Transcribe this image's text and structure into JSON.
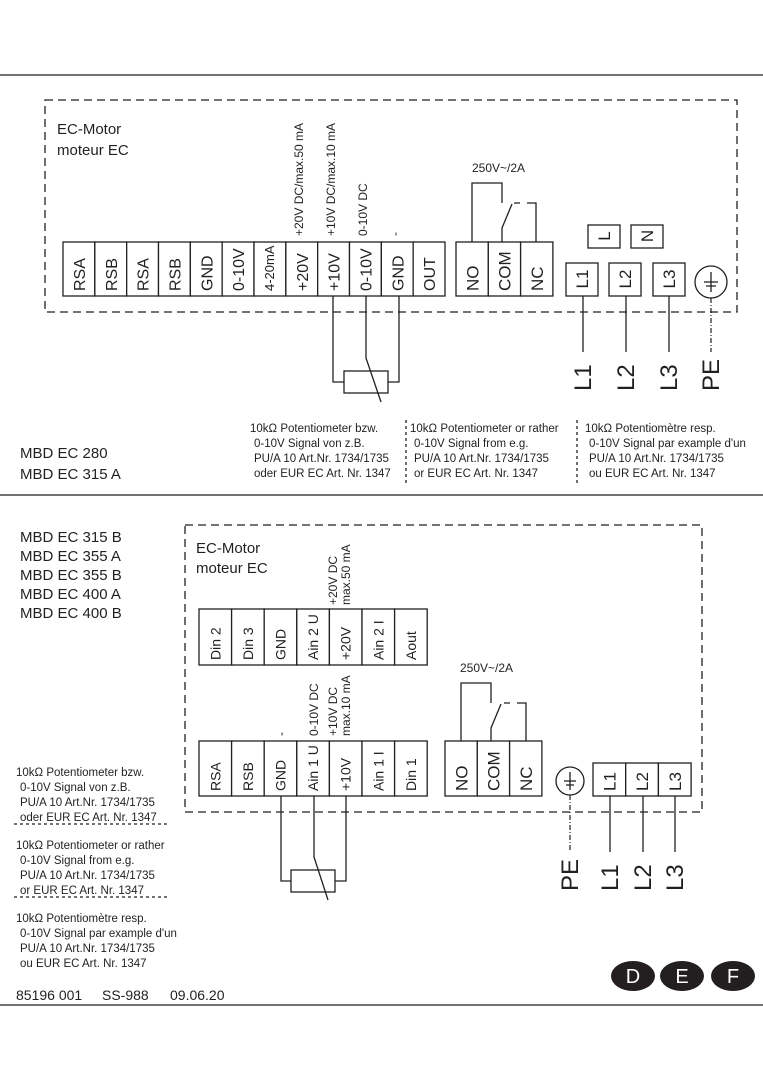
{
  "top": {
    "motor_label": [
      "EC-Motor",
      "moteur EC"
    ],
    "terminals": [
      "RSA",
      "RSB",
      "RSA",
      "RSB",
      "GND",
      "0-10V",
      "4-20mA",
      "+20V",
      "+10V",
      "0-10V",
      "GND",
      "OUT"
    ],
    "terminal_annotations": [
      "+20V DC/max.50 mA",
      "+10V DC/max.10 mA",
      "0-10V DC",
      "-"
    ],
    "relay_rating": "250V~/2A",
    "relay_terminals": [
      "NO",
      "COM",
      "NC"
    ],
    "supply_top": [
      "L",
      "N"
    ],
    "supply_terminals": [
      "L1",
      "L2",
      "L3"
    ],
    "wire_labels": [
      "L1",
      "L2",
      "L3",
      "PE"
    ],
    "notes": [
      [
        "10kΩ Potentiometer bzw.",
        "0-10V Signal von z.B.",
        "PU/A 10 Art.Nr. 1734/1735",
        "oder EUR EC Art. Nr. 1347"
      ],
      [
        "10kΩ Potentiometer or rather",
        "0-10V Signal from e.g.",
        "PU/A 10 Art.Nr. 1734/1735",
        "or EUR EC Art. Nr. 1347"
      ],
      [
        "10kΩ Potentiomètre resp.",
        "0-10V Signal par example d'un",
        "PU/A 10 Art.Nr. 1734/1735",
        "ou EUR EC Art. Nr. 1347"
      ]
    ],
    "models": [
      "MBD EC 280",
      "MBD EC 315 A"
    ]
  },
  "bottom": {
    "models": [
      "MBD EC 315 B",
      "MBD EC 355 A",
      "MBD EC 355 B",
      "MBD EC 400 A",
      "MBD EC 400 B"
    ],
    "motor_label": [
      "EC-Motor",
      "moteur EC"
    ],
    "upper_terminals": [
      "Din 2",
      "Din 3",
      "GND",
      "Ain 2 U",
      "+20V",
      "Ain 2 I",
      "Aout"
    ],
    "upper_annotation": [
      "+20V DC",
      "max.50 mA"
    ],
    "lower_terminals": [
      "RSA",
      "RSB",
      "GND",
      "Ain 1 U",
      "+10V",
      "Ain 1 I",
      "Din 1"
    ],
    "lower_annotations": {
      "gnd": "-",
      "ain1u": "0-10V DC",
      "plus10v": [
        "+10V DC",
        "max.10 mA"
      ]
    },
    "relay_rating": "250V~/2A",
    "relay_terminals": [
      "NO",
      "COM",
      "NC"
    ],
    "supply_terminals": [
      "L1",
      "L2",
      "L3"
    ],
    "wire_labels": [
      "PE",
      "L1",
      "L2",
      "L3"
    ],
    "notes": [
      [
        "10kΩ Potentiometer bzw.",
        "0-10V Signal von z.B.",
        "PU/A 10 Art.Nr. 1734/1735",
        "oder EUR EC Art. Nr. 1347"
      ],
      [
        "10kΩ Potentiometer or rather",
        "0-10V Signal from e.g.",
        "PU/A 10 Art.Nr. 1734/1735",
        "or EUR EC Art. Nr. 1347"
      ],
      [
        "10kΩ Potentiomètre resp.",
        "0-10V Signal par example d'un",
        "PU/A 10 Art.Nr. 1734/1735",
        "ou EUR EC Art. Nr. 1347"
      ]
    ]
  },
  "footer": {
    "doc_number": "85196 001",
    "ref": "SS-988",
    "date": "09.06.20",
    "languages": [
      "D",
      "E",
      "F"
    ]
  }
}
